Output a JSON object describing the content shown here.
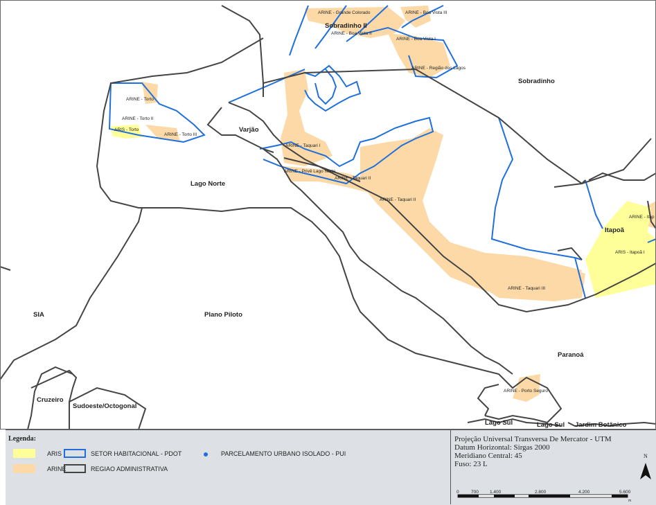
{
  "map": {
    "regions": [
      "Sobradinho II",
      "Sobradinho",
      "Varjão",
      "Lago Norte",
      "Itapoã",
      "SIA",
      "Plano Piloto",
      "Paranoá",
      "Cruzeiro",
      "Sudoeste/Octogonal",
      "Lago Sul",
      "Jardim Botânico"
    ],
    "zones": [
      "ARINE - Grande Colorado",
      "ARINE - Boa Vista III",
      "ARINE - Boa Vista II",
      "ARINE - Boa Vista I",
      "ARINE - Região dos Lagos",
      "ARINE - Torto",
      "ARINE - Torto II",
      "ARIS - Torto",
      "ARINE - Torto III",
      "ARINE - Taquari I",
      "ARINE - Privê Lago Norte",
      "ARINE - Taquari II",
      "ARINE - Taquari II",
      "ARINE - Taquari III",
      "ARINE - Itap",
      "ARIS - Itapoã I",
      "ARINE - Porto Seguro"
    ]
  },
  "legend": {
    "title": "Legenda:",
    "items": [
      {
        "label": "ARIS",
        "color": "#ffff99"
      },
      {
        "label": "ARINE",
        "color": "#fcd9a6"
      },
      {
        "label": "SETOR HABITACIONAL - PDOT",
        "color": "#1f6fdc"
      },
      {
        "label": "REGIAO ADMINISTRATIVA",
        "color": "#444444"
      },
      {
        "label": "PARCELAMENTO URBANO ISOLADO - PUI",
        "color": "#1f6fdc"
      }
    ]
  },
  "projection": {
    "lines": [
      "Projeção Universal Transversa De Mercator - UTM",
      "Datum Horizontal: Sirgas 2000",
      "Meridiano Central: 45",
      "Fuso: 23 L"
    ]
  },
  "north_arrow": {
    "label": "N"
  },
  "scale_bar": {
    "ticks": [
      "0",
      "700",
      "1.400",
      "2.800",
      "4.200",
      "5.600"
    ],
    "unit": "m"
  },
  "colors": {
    "aris": "#ffff99",
    "arine": "#fcd9a6",
    "setor": "#1f6fdc",
    "regiao": "#444444"
  }
}
